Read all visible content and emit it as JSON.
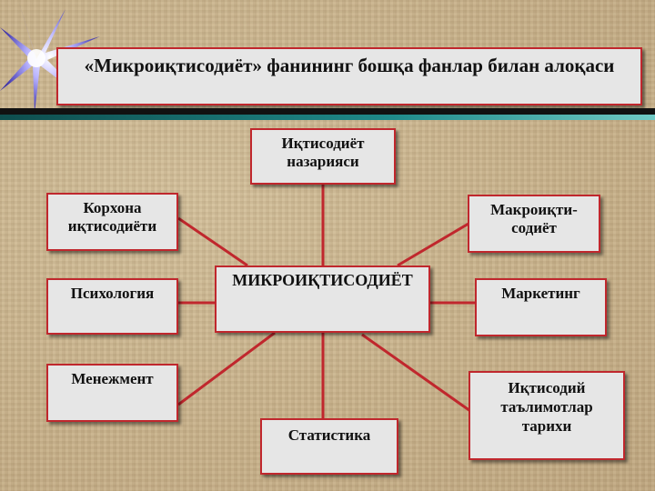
{
  "title": "«Микроиқтисодиёт» фанининг бошқа фанлар билан алоқаси",
  "center": "МИКРОИҚТИСОДИЁТ",
  "nodes": [
    {
      "id": "iqtisodiyot-nazariyasi",
      "label": "Иқтисодиёт\nназарияси"
    },
    {
      "id": "korxona-iqtisodiyoti",
      "label": "Корхона\nиқтисодиёти"
    },
    {
      "id": "makroiqtisodiyot",
      "label": "Макроиқти-\nсодиёт"
    },
    {
      "id": "psixologiya",
      "label": "Психология"
    },
    {
      "id": "marketing",
      "label": "Маркетинг"
    },
    {
      "id": "menejment",
      "label": "Менежмент"
    },
    {
      "id": "statistika",
      "label": "Статистика"
    },
    {
      "id": "iqtisodiy-talimotlar-tarixi",
      "label": "Иқтисодий\nтаълимотлар\nтарихи"
    }
  ],
  "colors": {
    "border": "#c0272d",
    "box_fill": "#e6e6e6",
    "line": "#c0272d"
  }
}
